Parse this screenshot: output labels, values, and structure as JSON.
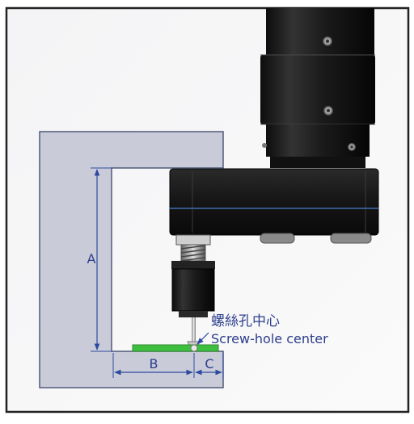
{
  "labels": {
    "dim_a": "A",
    "dim_b": "B",
    "dim_c": "C",
    "callout_zh": "螺絲孔中心",
    "callout_en": "Screw-hole center"
  },
  "colors": {
    "frame_border": "#222222",
    "bracket_fill": "#c9ccd8",
    "bracket_stroke": "#505a78",
    "dimension": "#2e4aa0",
    "text": "#2c3e8c",
    "robot_body": "#1b1b1b",
    "pcb": "#3fbf3f"
  }
}
